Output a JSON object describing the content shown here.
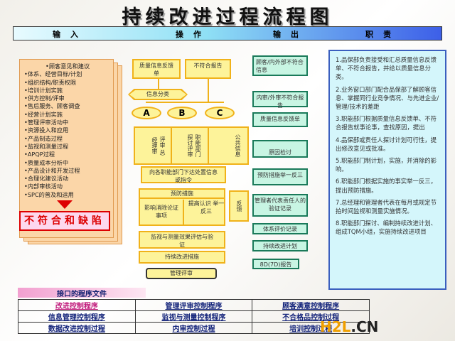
{
  "title": "持续改进过程流程图",
  "header": {
    "input": "输入",
    "operation": "操作",
    "output": "输出",
    "responsibility": "职责"
  },
  "inputs": [
    "•顾客意见和建议",
    "•体系、经营目标/计划",
    "•组织结构/职责权限",
    "•培训计划实施",
    "•供方控制/评审",
    "•售后服务、顾客调查",
    "•经营计划实施",
    "•管理评审活动中",
    "•资源投入和应用",
    "•产品制造过程",
    "•监视和测量过程",
    "•APQP过程",
    "•质量成本分析中",
    "•产品设计和开发过程",
    "•合理化建议活动",
    "•内部审核活动",
    "•SPC的普及和运用"
  ],
  "defect": "不符合和缺陷",
  "flow": {
    "feedback": "质量信息反馈单",
    "nonconform": "不符合报告",
    "classify": "信息分类",
    "a": "A",
    "b": "B",
    "c": "C",
    "col_a": "评审 总经理审",
    "col_b": "职能部门探讨评审",
    "col_c": "公共信息",
    "dispatch": "向各职能部门下达处置信息或指令",
    "prevent": "预防措施",
    "prevent_l": "影响消除论证事项",
    "prevent_r": "提高认识 举一反三",
    "fb": "反馈",
    "monitor": "监视与测量效果评估与验证",
    "improve": "持续改进措施",
    "review": "管理评审"
  },
  "outputs": [
    "顾客/内外部不符合信息",
    "内审/外审不符合报告",
    "质量信息反馈单",
    "原因检讨",
    "预防措施举一反三",
    "管理者代表责任人的验证记录",
    "体系评价记录",
    "持续改进计划",
    "8D(7D)报告"
  ],
  "responsibilities": [
    "1.品保部负责接受和汇总质量信息反馈单、不符合报告，并给以质量信息分类。",
    "2.业务窗口部门配合品保部了解顾客信息、掌握同行业竞争情况、与先进企业/管理/技术的差距",
    "3.职能部门根据质量信息反馈单、不符合报告就事论事，查找原因，提出",
    "4.品保部或责任人探讨计划可行性，提出修改意见或批准。",
    "5.职能部门制计划，实施，并消除的影响。",
    "6.职能部门根据实施的事实举一反三，提出预防措施。",
    "7.总经理和管理者代表在每月或规定节拍时间监视和测量实施情况。",
    "8.职能部门探讨、编制持续改进计划、组成TQM小组，实施持续改进项目"
  ],
  "interface": {
    "label": "接口的程序文件",
    "rows": [
      [
        "改进控制程序",
        "管理评审控制程序",
        "顾客满意控制程序"
      ],
      [
        "信息管理控制程序",
        "监视与测量控制程序",
        "不合格品控制过程"
      ],
      [
        "数据改进控制过程",
        "内审控制过程",
        "培训控制过程"
      ]
    ]
  },
  "watermark": {
    "a": "H2L",
    ".cn": ".CN"
  }
}
